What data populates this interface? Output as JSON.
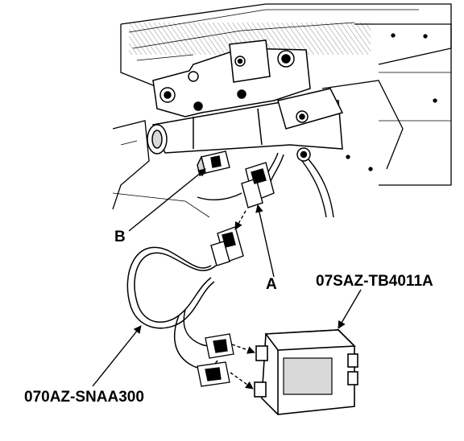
{
  "callouts": {
    "b": "B",
    "a": "A",
    "tool_right": "07SAZ-TB4011A",
    "tool_left": "070AZ-SNAA300"
  },
  "colors": {
    "ink": "#000000",
    "paper": "#ffffff",
    "shade": "#d9d9d9"
  }
}
